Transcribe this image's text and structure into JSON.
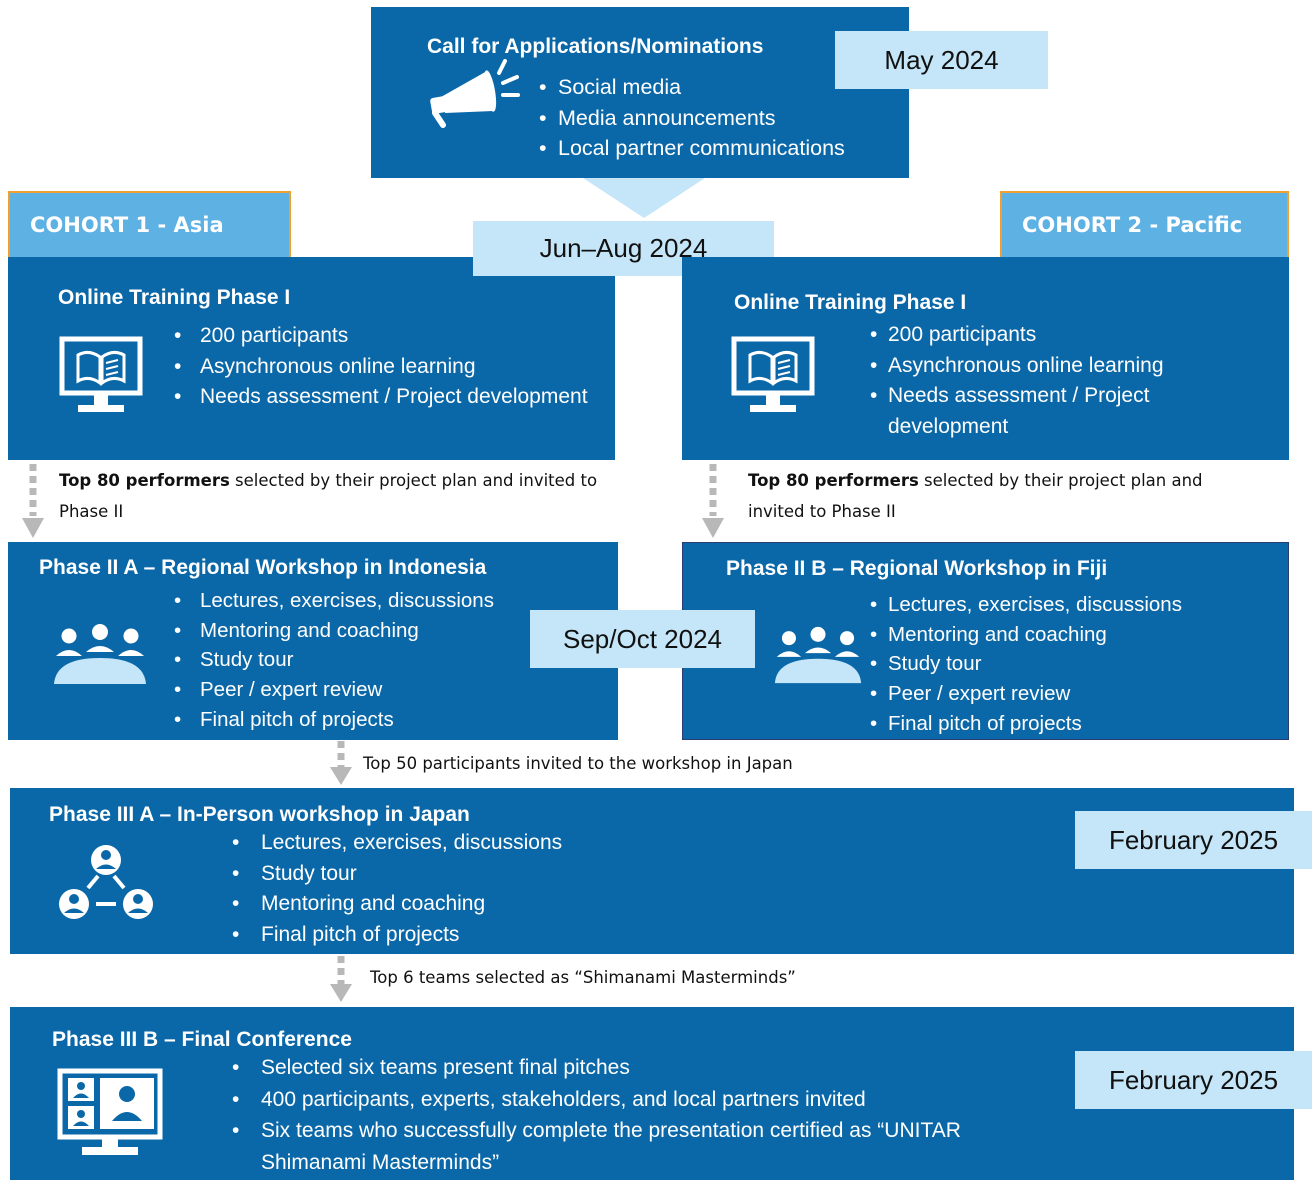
{
  "call": {
    "title": "Call for Applications/Nominations",
    "items": [
      "Social media",
      "Media announcements",
      "Local partner communications"
    ],
    "date": "May 2024",
    "icon": "megaphone-icon"
  },
  "jun_aug": {
    "date": "Jun–Aug 2024"
  },
  "cohort1": {
    "label": "COHORT 1 - Asia",
    "phase1": {
      "title": "Online Training Phase I",
      "items": [
        "200 participants",
        "Asynchronous online learning",
        "Needs assessment / Project development"
      ],
      "icon": "monitor-book-icon"
    },
    "note_bold": "Top 80 performers",
    "note_rest": " selected by their project plan and invited to Phase II",
    "phase2": {
      "title": "Phase II A – Regional Workshop in Indonesia",
      "items": [
        "Lectures, exercises, discussions",
        "Mentoring and coaching",
        "Study tour",
        "Peer / expert review",
        "Final pitch of projects"
      ],
      "icon": "group-meeting-icon"
    }
  },
  "cohort2": {
    "label": "COHORT 2 - Pacific",
    "phase1": {
      "title": "Online Training Phase I",
      "items": [
        "200 participants",
        "Asynchronous online learning",
        "Needs assessment / Project development"
      ],
      "icon": "monitor-book-icon"
    },
    "note_bold": "Top 80 performers",
    "note_rest": " selected by their project plan and invited to Phase II",
    "phase2": {
      "title": "Phase II B – Regional Workshop in Fiji",
      "items": [
        "Lectures, exercises, discussions",
        "Mentoring and coaching",
        "Study tour",
        "Peer / expert review",
        "Final pitch of projects"
      ],
      "icon": "group-meeting-icon"
    }
  },
  "sep_oct": {
    "date": "Sep/Oct 2024"
  },
  "note_japan": "Top 50 participants invited to the workshop in Japan",
  "phase3a": {
    "title": "Phase III A – In-Person workshop in Japan",
    "items": [
      "Lectures, exercises, discussions",
      "Study tour",
      "Mentoring and coaching",
      "Final pitch of projects"
    ],
    "date": "February 2025",
    "icon": "network-people-icon"
  },
  "note_teams": "Top 6 teams selected as “Shimanami Masterminds”",
  "phase3b": {
    "title": "Phase III B – Final Conference",
    "items": [
      "Selected six teams present final pitches",
      "400 participants, experts, stakeholders, and local partners invited",
      "Six teams who successfully complete the presentation certified as “UNITAR Shimanami Masterminds”"
    ],
    "date": "February 2025",
    "icon": "video-conference-icon"
  },
  "colors": {
    "box": "#0b68a8",
    "tag": "#c5e6f8",
    "cohort": "#5eb1e3",
    "cohort_border": "#f0a030",
    "arrow": "#b8b8b8"
  }
}
